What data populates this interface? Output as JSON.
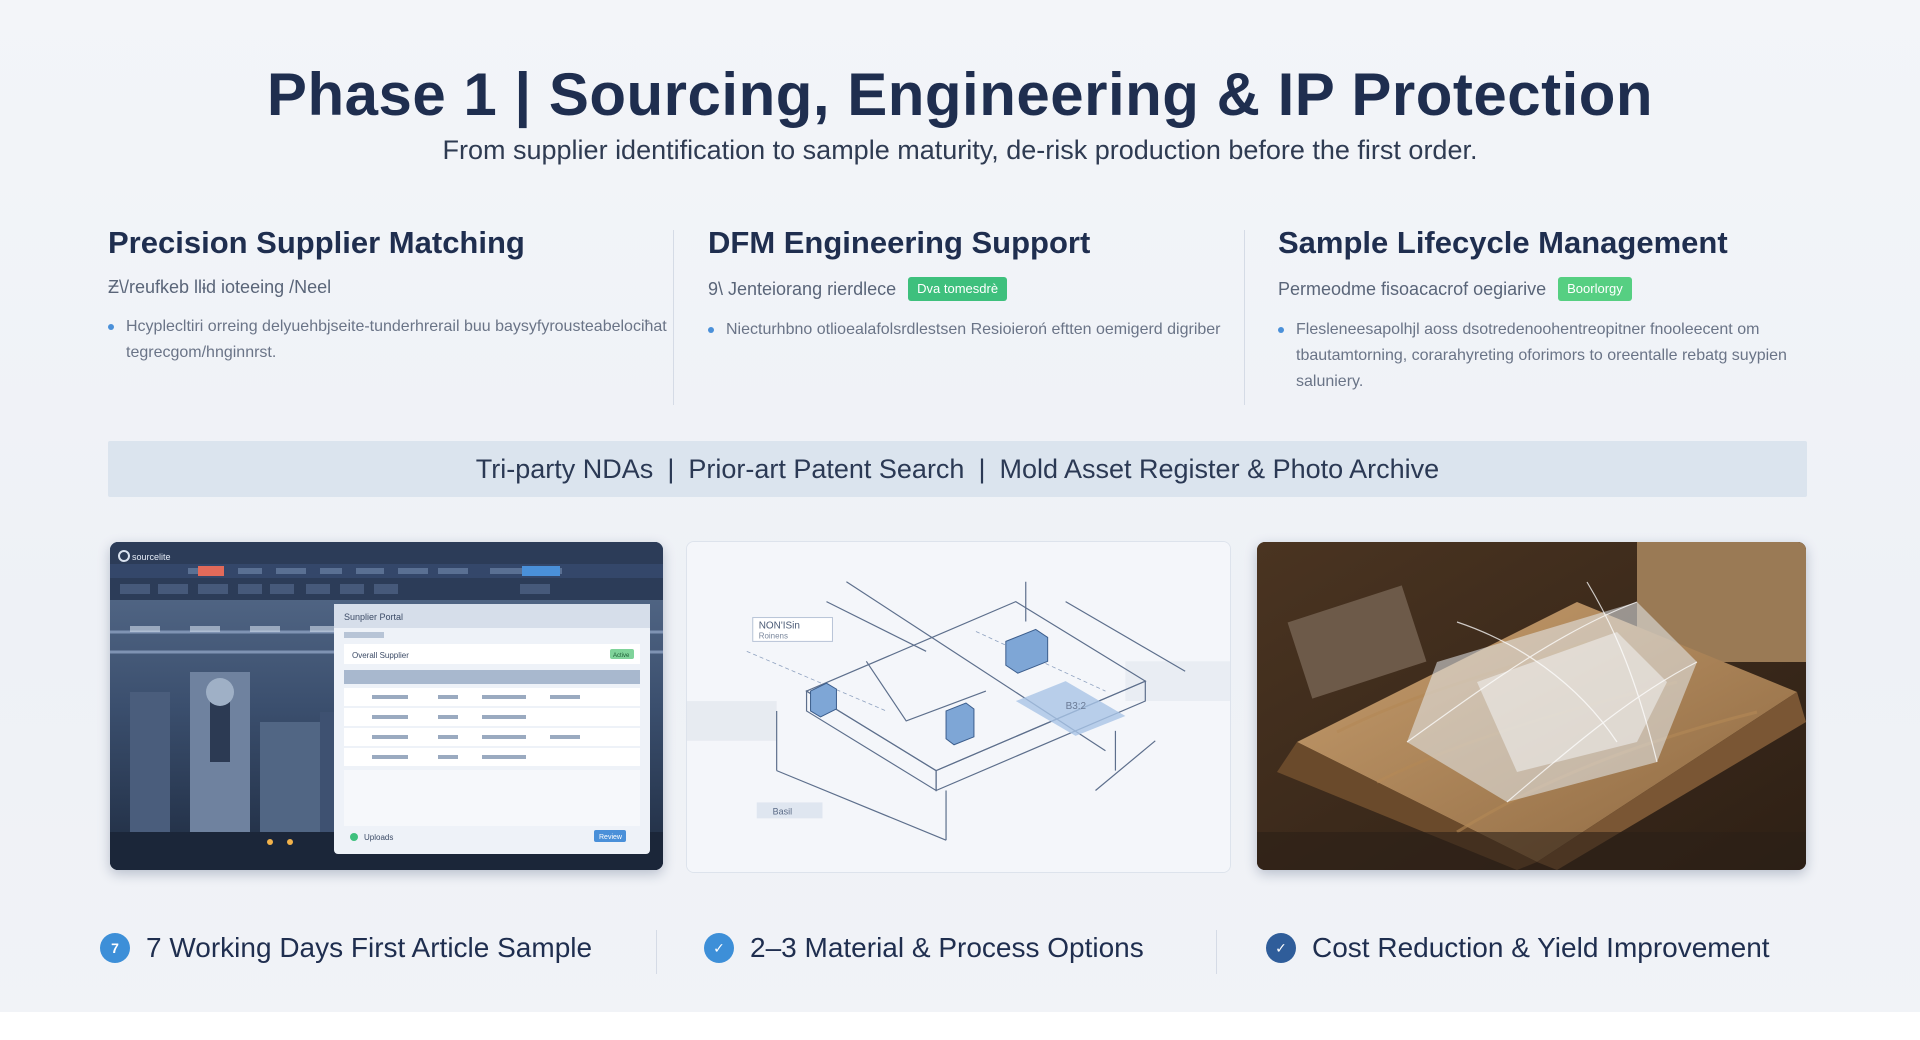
{
  "header": {
    "title": "Phase 1 | Sourcing, Engineering & IP Protection",
    "subtitle": "From supplier identification to sample maturity, de-risk production before the first order."
  },
  "columns": [
    {
      "title": "Precision Supplier Matching",
      "meta": "Ƶ\\/reufkeb llɨd ioteeing /Neel",
      "tag": "",
      "bullet": "Hcyplecltiri orreing delyuehbjseite-tunderhrerail buu baysyfyrousteabelociħat tegrecgom/hnginnrst."
    },
    {
      "title": "DFM Engineering Support",
      "meta": "9\\ Jenteiorang rierdlece",
      "tag": "Dva tomesdrè",
      "bullet": "Niecturhbno otlioealafolsrdlestsen Resioieroń eftten oemigerd digriber"
    },
    {
      "title": "Sample Lifecycle Management",
      "meta": "Permeodme fisoacacrof oegiarive",
      "tag": "Boorlorgy",
      "bullet": "Flesleneesapolhjl aoss dsotredenoohentreopitner fnooleecent om tbautamtorning, corarahyreting oforimors to oreentalle rebatg suypien saluniery."
    }
  ],
  "ip_band": {
    "items": [
      "Tri-party NDAs",
      "Prior-art Patent Search",
      "Mold Asset Register & Photo Archive"
    ],
    "separator": "|"
  },
  "images": {
    "dashboard": {
      "brand": "sourcelite",
      "panel_title": "Sunplier Portal",
      "row_label": "Overall Supplier",
      "badge": "Active",
      "footer_label": "Uploads",
      "footer_button": "Review"
    },
    "drawing": {
      "callout_line1": "NON'ISin",
      "callout_line2": "Roinens",
      "dim_label": "B3:2",
      "base_label": "Basil"
    },
    "photo": {
      "subject": "kraft-paper-wrapped-package"
    }
  },
  "kpis": [
    {
      "icon": "clock-icon",
      "glyph": "7",
      "label": "7 Working Days First Article Sample",
      "color": "#3d8fd8"
    },
    {
      "icon": "check-icon",
      "glyph": "✓",
      "label": "2–3 Material & Process Options",
      "color": "#3d8fd8"
    },
    {
      "icon": "check-icon",
      "glyph": "✓",
      "label": "Cost Reduction & Yield Improvement",
      "color": "#2f5d9a"
    }
  ]
}
